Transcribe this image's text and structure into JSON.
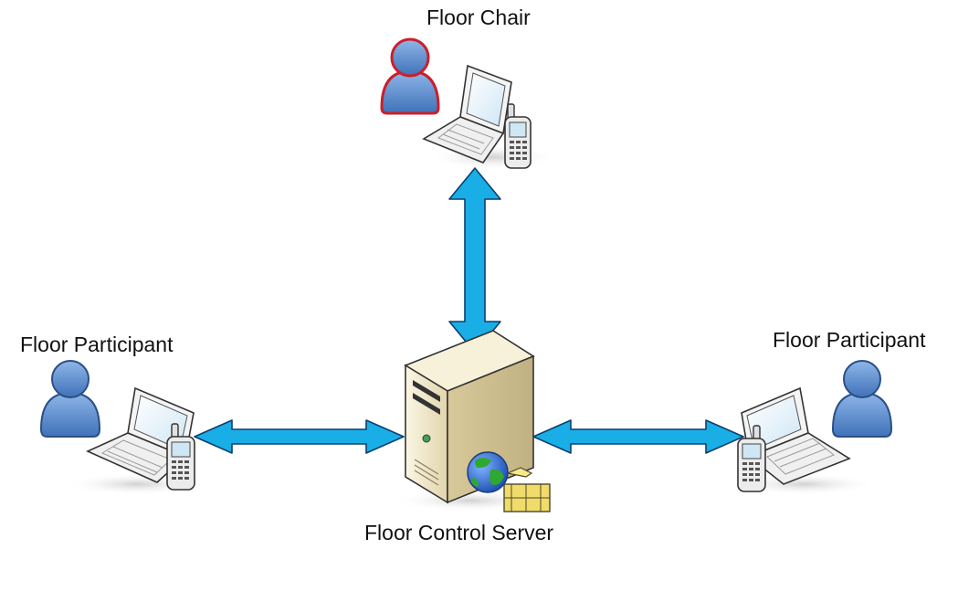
{
  "labels": {
    "chair": "Floor Chair",
    "participant_left": "Floor Participant",
    "participant_right": "Floor Participant",
    "server": "Floor Control Server"
  },
  "colors": {
    "arrow_fill": "#19aee6",
    "arrow_stroke": "#0d3f6e",
    "person_fill": "#5b8fce",
    "person_outline": "#2b4f86",
    "chair_outline": "#cc1f2a",
    "laptop_body": "#f2f2f2",
    "screen": "#e8f4fb",
    "server_body": "#efe6c8",
    "globe_blue": "#2f6fd0",
    "globe_green": "#2fa832",
    "folder": "#f1db6a"
  },
  "icons": {
    "person": "person-icon",
    "laptop": "laptop-icon",
    "phone": "mobile-phone-icon",
    "server": "server-tower-icon",
    "globe": "globe-icon",
    "folder": "folder-icon"
  }
}
